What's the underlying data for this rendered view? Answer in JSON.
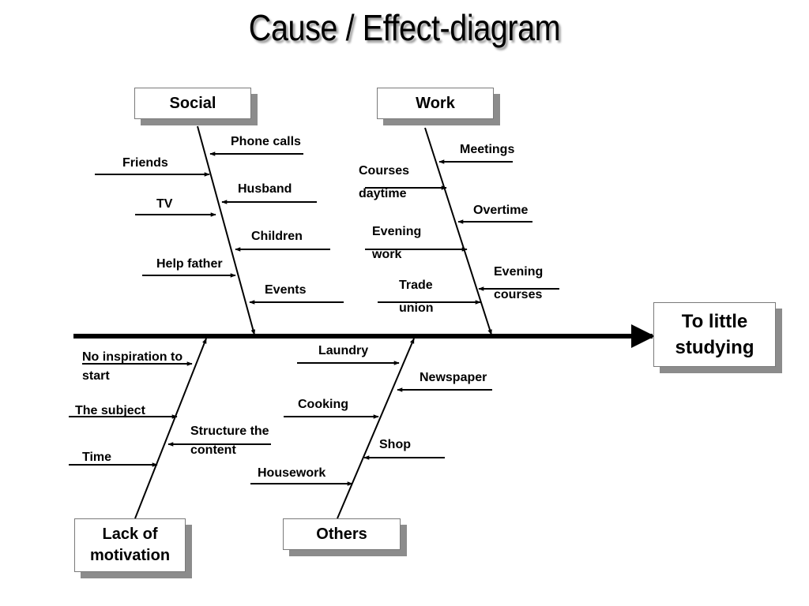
{
  "title": "Cause / Effect-diagram",
  "effect": {
    "line1": "To little",
    "line2": "studying"
  },
  "categories": {
    "social": {
      "label": "Social"
    },
    "work": {
      "label": "Work"
    },
    "motivation": {
      "line1": "Lack of",
      "line2": "motivation"
    },
    "others": {
      "label": "Others"
    }
  },
  "causes": {
    "social": {
      "phone_calls": "Phone calls",
      "friends": "Friends",
      "husband": "Husband",
      "tv": "TV",
      "children": "Children",
      "help_father": "Help father",
      "events": "Events"
    },
    "work": {
      "meetings": "Meetings",
      "courses_daytime_1": "Courses",
      "courses_daytime_2": "daytime",
      "overtime": "Overtime",
      "evening_work_1": "Evening",
      "evening_work_2": "work",
      "evening_courses_1": "Evening",
      "evening_courses_2": "courses",
      "trade_union_1": "Trade",
      "trade_union_2": "union"
    },
    "motivation": {
      "no_inspiration_1": "No inspiration to",
      "no_inspiration_2": "start",
      "subject": "The subject",
      "structure_1": "Structure the",
      "structure_2": "content",
      "time": "Time"
    },
    "others": {
      "laundry": "Laundry",
      "newspaper": "Newspaper",
      "cooking": "Cooking",
      "shop": "Shop",
      "housework": "Housework"
    }
  }
}
